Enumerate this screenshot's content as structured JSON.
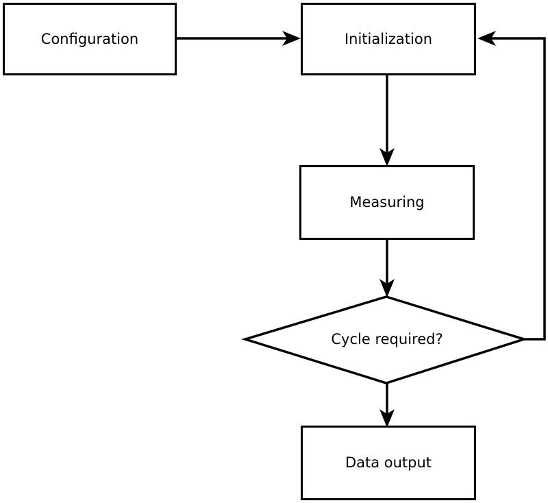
{
  "canvas": {
    "background": "#ffffff",
    "line_color": "#000000",
    "node_fill": "#ffffff",
    "text_color": "#000000"
  },
  "nodes": [
    {
      "id": "configuration",
      "shape": "rect",
      "label": "Configuration"
    },
    {
      "id": "initialization",
      "shape": "rect",
      "label": "Initialization"
    },
    {
      "id": "measuring",
      "shape": "rect",
      "label": "Measuring"
    },
    {
      "id": "cycle-required",
      "shape": "diamond",
      "label": "Cycle required?"
    },
    {
      "id": "data-output",
      "shape": "rect",
      "label": "Data output"
    }
  ],
  "edges": [
    {
      "from": "configuration",
      "to": "initialization",
      "style": "arrow",
      "route": "horizontal"
    },
    {
      "from": "initialization",
      "to": "measuring",
      "style": "arrow",
      "route": "vertical"
    },
    {
      "from": "measuring",
      "to": "cycle-required",
      "style": "arrow",
      "route": "vertical"
    },
    {
      "from": "cycle-required",
      "to": "data-output",
      "style": "arrow",
      "route": "vertical"
    },
    {
      "from": "cycle-required",
      "to": "initialization",
      "style": "arrow",
      "route": "feedback-right-side"
    }
  ]
}
